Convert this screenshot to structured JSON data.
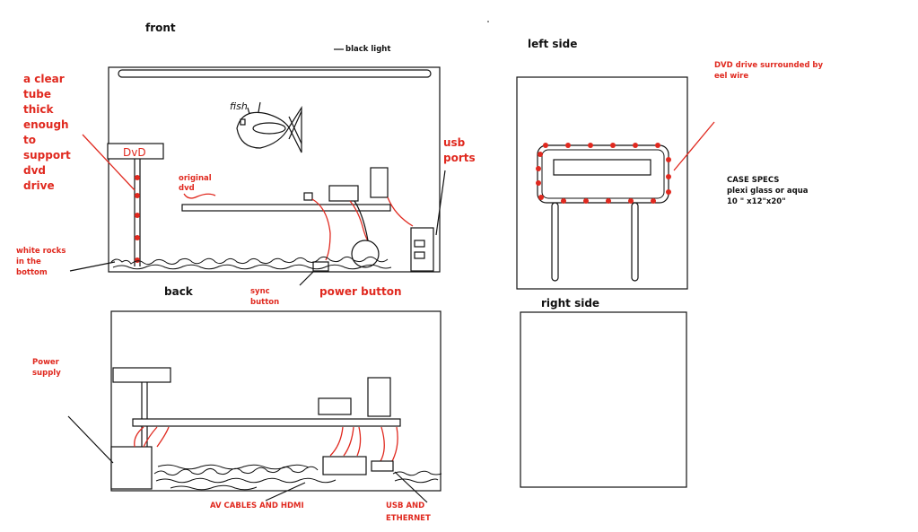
{
  "colors": {
    "ink": "#111111",
    "accent_red": "#e0291f",
    "background": "#ffffff"
  },
  "views": {
    "front": {
      "title": "front",
      "labels": {
        "black_light": "black light",
        "dvd_box": "DvD",
        "fish_text": "fish",
        "original_dvd": [
          "original",
          "dvd"
        ],
        "tube_note": [
          "a clear",
          "tube",
          "thick",
          "enough",
          "to",
          "support",
          "dvd",
          "drive"
        ],
        "usb_ports": [
          "usb",
          "ports"
        ],
        "white_rocks": [
          "white rocks",
          "in the",
          "bottom"
        ],
        "sync_button": [
          "sync",
          "button"
        ],
        "power_button": "power button"
      }
    },
    "back": {
      "title": "back",
      "labels": {
        "power_supply": [
          "Power",
          "supply"
        ],
        "av_cables": "AV CABLES AND HDMI",
        "usb_ethernet": [
          "USB AND",
          "ETHERNET"
        ]
      }
    },
    "left_side": {
      "title": "left side",
      "labels": {
        "dvd_eel": [
          "DVD drive surrounded by",
          "eel wire"
        ],
        "case_specs": [
          "CASE SPECS",
          "plexi glass or aqua",
          "10 \" x12\"x20\""
        ]
      }
    },
    "right_side": {
      "title": "right side"
    }
  }
}
